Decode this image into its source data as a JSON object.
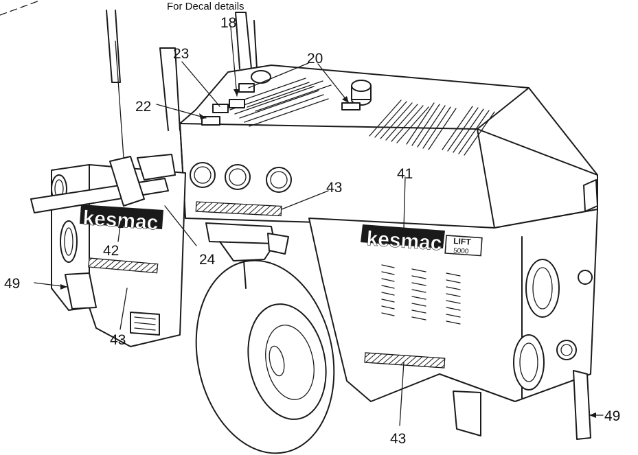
{
  "header_note": "For Decal details",
  "brand": {
    "logo_text": "kesmac",
    "badge_line1": "LIFT",
    "badge_line2": "5000"
  },
  "callouts": {
    "c18": "18",
    "c20": "20",
    "c22": "22",
    "c23": "23",
    "c24": "24",
    "c41": "41",
    "c42": "42",
    "c43_top": "43",
    "c43_left": "43",
    "c43_bottom": "43",
    "c49_left": "49",
    "c49_right": "49"
  }
}
